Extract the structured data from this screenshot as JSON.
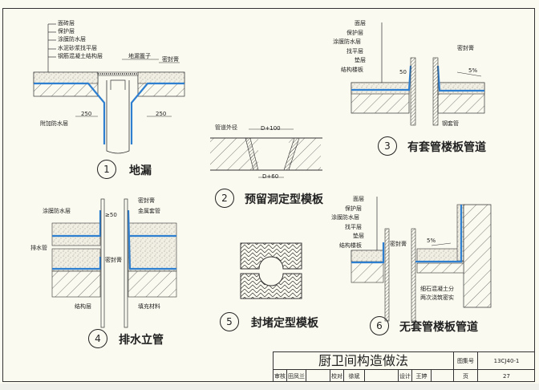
{
  "colors": {
    "membrane": "#2f7fd0",
    "paper": "#fbfaf0",
    "ink": "#222222"
  },
  "detail1": {
    "number": "1",
    "title": "地漏",
    "layers": [
      "面砖层",
      "保护层",
      "涂膜防水层",
      "水泥砂浆找平层",
      "钢筋混凝土结构层"
    ],
    "grate": "地漏篦子",
    "sealant": "密封膏",
    "extra_layer": "附加防水层",
    "dim_left": "250",
    "dim_right": "250"
  },
  "detail2": {
    "number": "2",
    "title": "预留洞定型模板",
    "pipe_od": "管道外径",
    "dim_top": "D+100",
    "dim_bottom": "D+60"
  },
  "detail3": {
    "number": "3",
    "title": "有套管楼板管道",
    "layers": [
      "面层",
      "保护层",
      "涂膜防水层",
      "找平层",
      "垫层",
      "结构楼板"
    ],
    "sealant": "密封膏",
    "slope": "5%",
    "dim": "50",
    "sleeve": "钢套管"
  },
  "detail4": {
    "number": "4",
    "title": "排水立管",
    "membrane": "涂膜防水层",
    "drain": "排水管",
    "sealant_top": "密封膏",
    "metal_sleeve": "金属套管",
    "sealant_mid": "密封膏",
    "structure": "结构层",
    "fill": "填充材料",
    "dim": "≥50"
  },
  "detail5": {
    "number": "5",
    "title": "封堵定型模板"
  },
  "detail6": {
    "number": "6",
    "title": "无套管楼板管道",
    "layers": [
      "面层",
      "保护层",
      "涂膜防水层",
      "找平层",
      "垫层",
      "结构楼板"
    ],
    "sealant": "密封膏",
    "slope": "5%",
    "note_line1": "细石混凝土分",
    "note_line2": "两次浇筑密实"
  },
  "title_block": {
    "title": "厨卫间构造做法",
    "atlas_label": "图集号",
    "atlas_no": "13CJ40-1",
    "review_label": "审核",
    "reviewer": "田凤兰",
    "check_label": "校对",
    "checker": "徐斌",
    "design_label": "设计",
    "designer": "王婷",
    "page_label": "页",
    "page_no": "27"
  }
}
